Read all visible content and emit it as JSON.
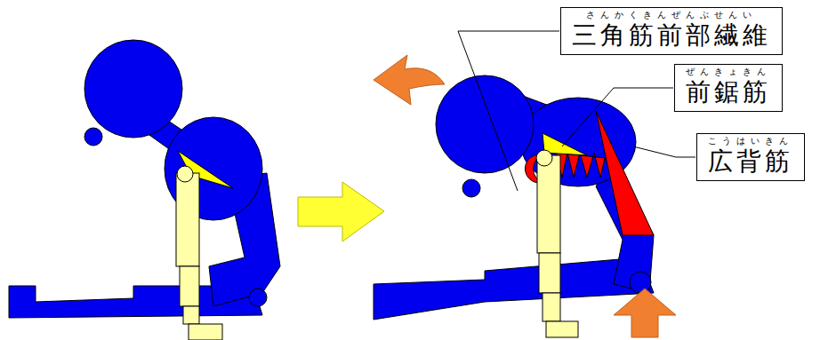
{
  "diagram": {
    "nodes": [
      {
        "text": [
          "さんかくきんぜんぶせんい",
          "三角筋前部繊維"
        ]
      },
      {
        "text": [
          "ぜんきょきん",
          "前鋸筋"
        ]
      },
      {
        "text": [
          "こうはいきん",
          "広背筋"
        ]
      }
    ]
  }
}
